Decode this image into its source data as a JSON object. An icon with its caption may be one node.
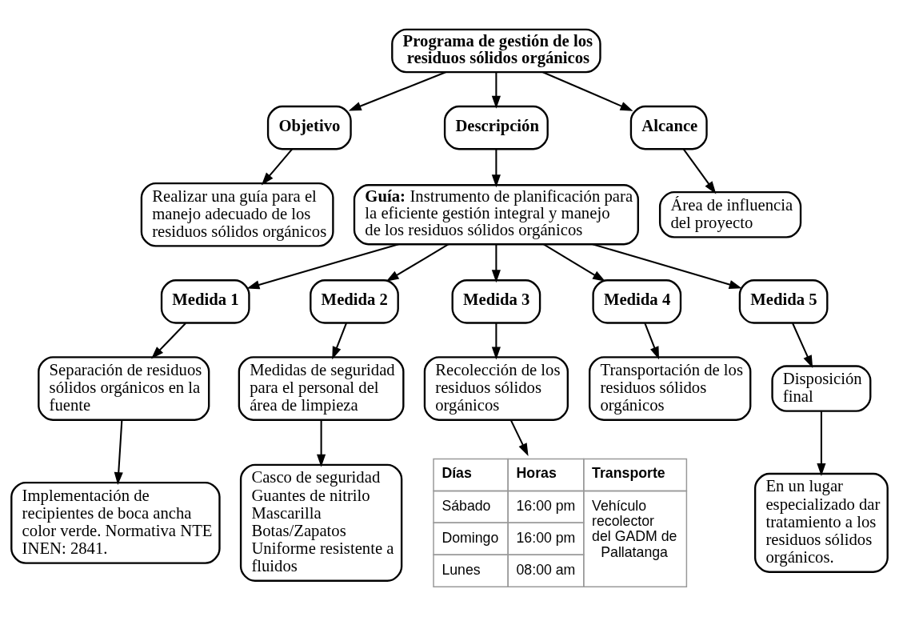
{
  "diagram": {
    "nodes": [
      {
        "text": [
          "Programa de gestión de los residuos sólidos orgánicos"
        ]
      },
      {
        "text": [
          "Objetivo"
        ]
      },
      {
        "text": [
          "Descripción"
        ]
      },
      {
        "text": [
          "Alcance"
        ]
      },
      {
        "text": [
          "Realizar una guía para el manejo adecuado de los residuos sólidos orgánicos"
        ]
      },
      {
        "text": [
          "**Guía:** Instrumento de planificación para la eficiente gestión integral y manejo de los residuos sólidos orgánicos"
        ]
      },
      {
        "text": [
          "Área de influencia del proyecto"
        ]
      },
      {
        "text": [
          "Medida 1"
        ]
      },
      {
        "text": [
          "Medida 2"
        ]
      },
      {
        "text": [
          "Medida 3"
        ]
      },
      {
        "text": [
          "Medida 4"
        ]
      },
      {
        "text": [
          "Medida 5"
        ]
      },
      {
        "text": [
          "Separación de residuos sólidos orgánicos en la fuente"
        ]
      },
      {
        "text": [
          "Medidas de seguridad para el personal del área de limpieza"
        ]
      },
      {
        "text": [
          "Recolección de los residuos sólidos orgánicos"
        ]
      },
      {
        "text": [
          "Transportación de los residuos sólidos orgánicos"
        ]
      },
      {
        "text": [
          "Disposición final"
        ]
      },
      {
        "text": [
          "Implementación de recipientes de boca ancha color verde. Normativa NTE INEN: 2841."
        ]
      },
      {
        "text": [
          "Casco de seguridad",
          "Guantes de nitrilo",
          "Mascarilla",
          "Botas/Zapatos",
          "Uniforme resistente a fluidos"
        ]
      },
      {
        "text": [
          "Días",
          "Horas",
          "Transporte",
          "Sábado",
          "16:00 pm",
          "Vehículo recolector del GADM de Pallatanga",
          "Domingo",
          "16:00 pm",
          "Lunes",
          "08:00 am"
        ]
      },
      {
        "text": [
          "En un lugar especializado dar tratamiento a los residuos sólidos orgánicos."
        ]
      }
    ],
    "edges": [
      {
        "from": 0,
        "to": 1,
        "arrow": "to"
      },
      {
        "from": 0,
        "to": 2,
        "arrow": "to"
      },
      {
        "from": 0,
        "to": 3,
        "arrow": "to"
      },
      {
        "from": 1,
        "to": 4,
        "arrow": "to"
      },
      {
        "from": 2,
        "to": 5,
        "arrow": "to"
      },
      {
        "from": 3,
        "to": 6,
        "arrow": "to"
      },
      {
        "from": 5,
        "to": 7,
        "arrow": "to"
      },
      {
        "from": 5,
        "to": 8,
        "arrow": "to"
      },
      {
        "from": 5,
        "to": 9,
        "arrow": "to"
      },
      {
        "from": 5,
        "to": 10,
        "arrow": "to"
      },
      {
        "from": 5,
        "to": 11,
        "arrow": "to"
      },
      {
        "from": 7,
        "to": 12,
        "arrow": "to"
      },
      {
        "from": 8,
        "to": 13,
        "arrow": "to"
      },
      {
        "from": 9,
        "to": 14,
        "arrow": "to"
      },
      {
        "from": 10,
        "to": 15,
        "arrow": "to"
      },
      {
        "from": 11,
        "to": 16,
        "arrow": "to"
      },
      {
        "from": 12,
        "to": 17,
        "arrow": "to"
      },
      {
        "from": 13,
        "to": 18,
        "arrow": "to"
      },
      {
        "from": 14,
        "to": 19,
        "arrow": "to"
      },
      {
        "from": 16,
        "to": 20,
        "arrow": "to"
      }
    ]
  }
}
